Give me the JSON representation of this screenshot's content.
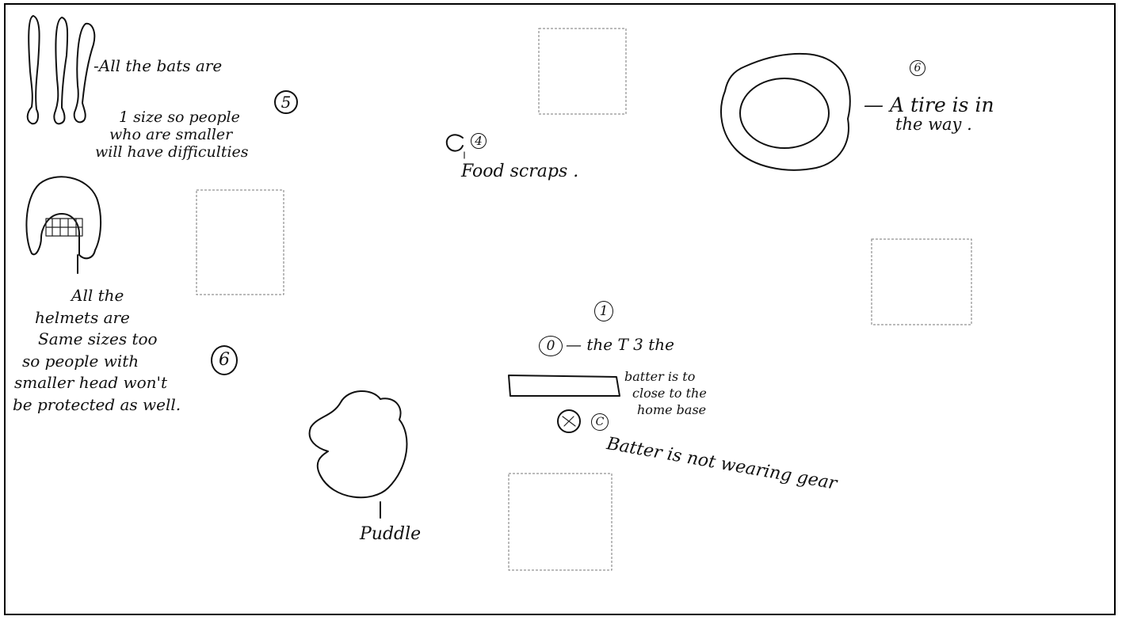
{
  "notes": {
    "bats": [
      "-All the bats are",
      "1 size so people",
      "who are smaller",
      "will have difficulties"
    ],
    "bats_marker": "5",
    "helmets": [
      "All the",
      "helmets are",
      "Same sizes too",
      "so people with",
      "smaller head won't",
      "be protected as well."
    ],
    "helmets_marker": "6",
    "food_marker": "4",
    "food": "Food scraps .",
    "tire_marker": "6",
    "tire": [
      "— A tire is in",
      "the way ."
    ],
    "tee_marker_top": "1",
    "tee_marker": "0",
    "tee": "— the T 3 the",
    "batter_close": [
      "batter is to",
      "close to the",
      "home base"
    ],
    "batter_marker": "C",
    "batter_gear": "Batter is not wearing gear",
    "puddle": "Puddle"
  }
}
